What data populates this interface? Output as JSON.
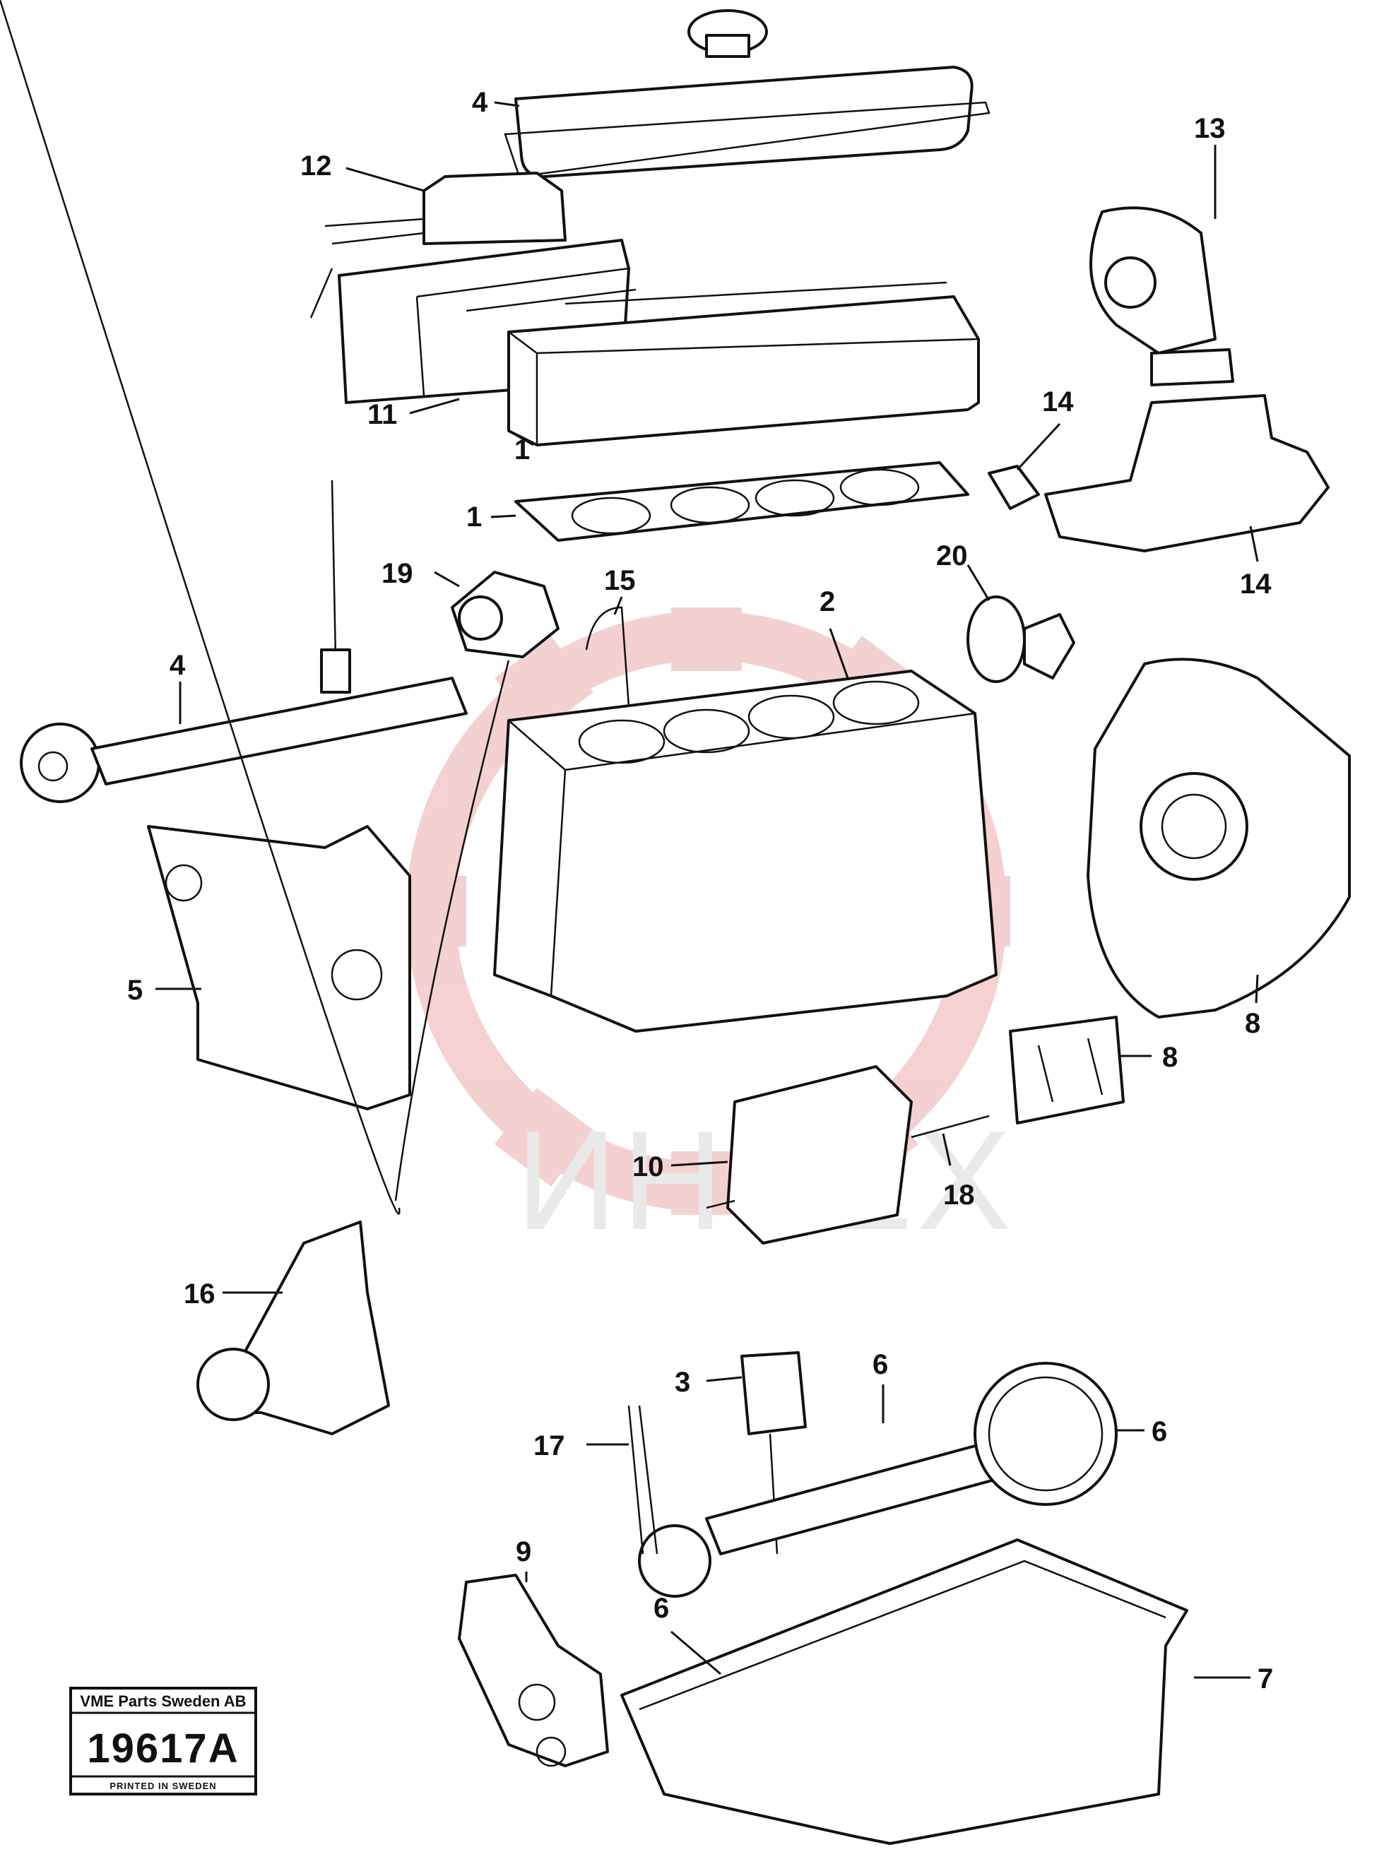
{
  "watermark": {
    "text": "ИНТЕХ",
    "gear_color": "#f3c9c9",
    "text_color": "#e9e9e9"
  },
  "stamp": {
    "company": "VME Parts Sweden AB",
    "number": "19617A",
    "printed": "PRINTED IN SWEDEN"
  },
  "callouts": [
    {
      "id": "rocker-cover",
      "number": "4"
    },
    {
      "id": "air-filter",
      "number": "12"
    },
    {
      "id": "manifold",
      "number": "11"
    },
    {
      "id": "cylinder-head",
      "number": "1"
    },
    {
      "id": "head-gasket",
      "number": "1"
    },
    {
      "id": "turbo",
      "number": "13"
    },
    {
      "id": "exhaust-gasket",
      "number": "14"
    },
    {
      "id": "exhaust-pipe",
      "number": "14"
    },
    {
      "id": "water-pump",
      "number": "19"
    },
    {
      "id": "pipe",
      "number": "15"
    },
    {
      "id": "block",
      "number": "2"
    },
    {
      "id": "thermostat",
      "number": "20"
    },
    {
      "id": "camshaft",
      "number": "4"
    },
    {
      "id": "timing-cover",
      "number": "5"
    },
    {
      "id": "flywheel-housing",
      "number": "8"
    },
    {
      "id": "engine-mount",
      "number": "8"
    },
    {
      "id": "injection-pump",
      "number": "10"
    },
    {
      "id": "fuel-line",
      "number": "18"
    },
    {
      "id": "oil-pump",
      "number": "16"
    },
    {
      "id": "piston",
      "number": "3"
    },
    {
      "id": "crank-bearing",
      "number": "6"
    },
    {
      "id": "flywheel",
      "number": "6"
    },
    {
      "id": "vbelt",
      "number": "17"
    },
    {
      "id": "balancer",
      "number": "9"
    },
    {
      "id": "balance-shaft",
      "number": "6"
    },
    {
      "id": "oil-pan",
      "number": "7"
    }
  ]
}
